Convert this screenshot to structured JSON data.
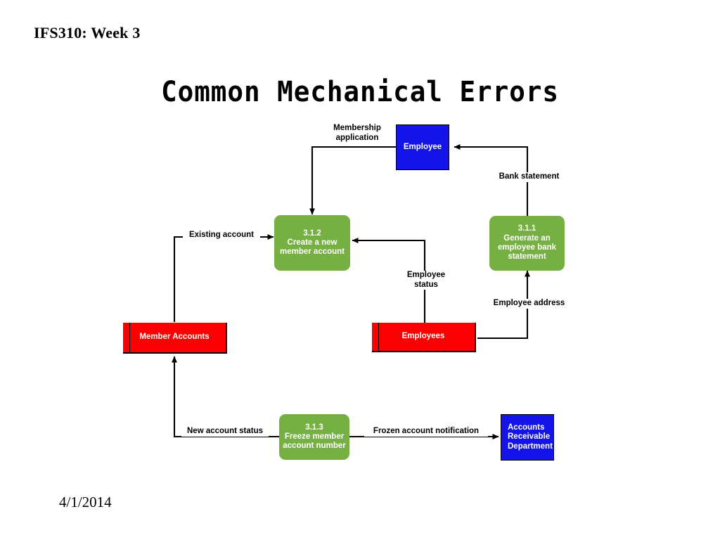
{
  "slide": {
    "header": "IFS310: Week 3",
    "title": "Common Mechanical Errors",
    "date": "4/1/2014",
    "background_color": "#ffffff"
  },
  "colors": {
    "entity_blue": "#1414ea",
    "process_green": "#76b043",
    "datastore_red": "#fb0000",
    "line_black": "#000000",
    "node_text": "#ffffff"
  },
  "diagram": {
    "type": "data-flow-diagram",
    "nodes": [
      {
        "id": "employee-entity",
        "kind": "external-entity",
        "label": "Employee",
        "color": "#1414ea"
      },
      {
        "id": "process-312",
        "kind": "process",
        "number": "3.1.2",
        "label": "3.1.2\nCreate a new\nmember account",
        "color": "#76b043"
      },
      {
        "id": "process-311",
        "kind": "process",
        "number": "3.1.1",
        "label": "3.1.1\nGenerate an\nemployee bank\nstatement",
        "color": "#76b043"
      },
      {
        "id": "process-313",
        "kind": "process",
        "number": "3.1.3",
        "label": "3.1.3\nFreeze member\naccount number",
        "color": "#76b043"
      },
      {
        "id": "member-accounts-store",
        "kind": "data-store",
        "label": "Member Accounts",
        "color": "#fb0000"
      },
      {
        "id": "employees-store",
        "kind": "data-store",
        "label": "Employees",
        "color": "#fb0000"
      },
      {
        "id": "accounts-receivable-entity",
        "kind": "external-entity",
        "label": "Accounts\nReceivable\nDepartment",
        "color": "#1414ea"
      }
    ],
    "flows": [
      {
        "id": "flow-membership-application",
        "label": "Membership\napplication",
        "from": "employee-entity",
        "to": "process-312"
      },
      {
        "id": "flow-bank-statement",
        "label": "Bank statement",
        "from": "process-311",
        "to": "employee-entity"
      },
      {
        "id": "flow-existing-account",
        "label": "Existing account",
        "from": "member-accounts-store",
        "to": "process-312"
      },
      {
        "id": "flow-employee-status",
        "label": "Employee\nstatus",
        "from": "employees-store",
        "to": "process-312"
      },
      {
        "id": "flow-employee-address",
        "label": "Employee address",
        "from": "employees-store",
        "to": "process-311"
      },
      {
        "id": "flow-new-account-status",
        "label": "New account status",
        "from": "process-313",
        "to": "member-accounts-store"
      },
      {
        "id": "flow-frozen-account-notification",
        "label": "Frozen account notification",
        "from": "process-313",
        "to": "accounts-receivable-entity"
      }
    ]
  }
}
